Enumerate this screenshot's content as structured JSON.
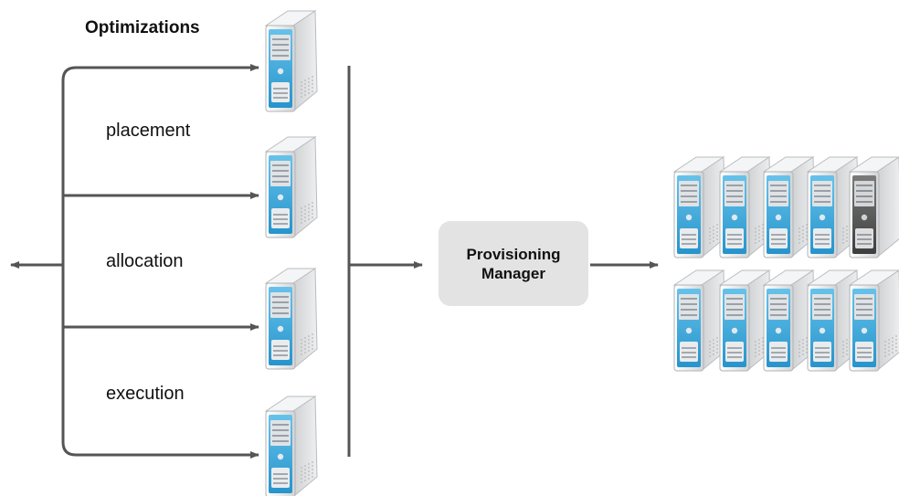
{
  "diagram": {
    "title": "Optimizations",
    "labels": {
      "placement": "placement",
      "allocation": "allocation",
      "execution": "execution"
    },
    "manager": {
      "line1": "Provisioning",
      "line2": "Manager"
    },
    "icons": {
      "server": "server-tower-icon",
      "server_dark": "server-tower-dark-icon"
    },
    "colors": {
      "server_accent": "#3fa9dc",
      "server_dark_accent": "#555555",
      "line": "#555555",
      "box_fill": "#e3e3e3"
    }
  }
}
